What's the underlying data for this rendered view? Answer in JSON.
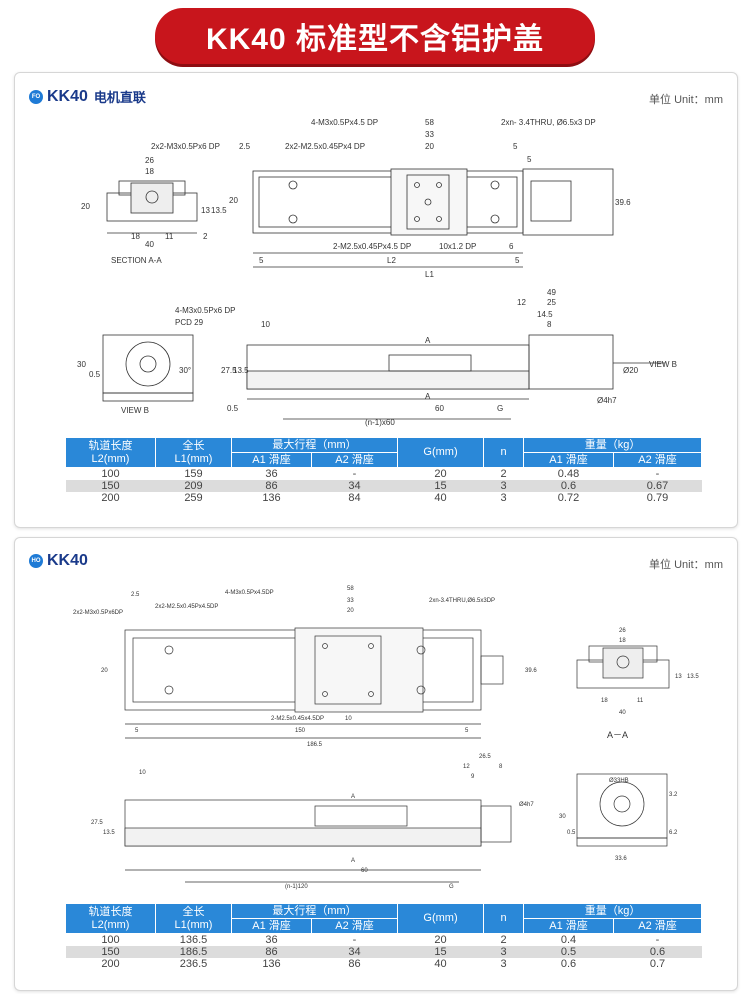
{
  "banner": {
    "title": "KK40 标准型不含铝护盖"
  },
  "panel1": {
    "logo": "FO",
    "model": "KK40",
    "subtitle": "电机直联",
    "unit": "单位 Unit：mm",
    "labels": {
      "m3_4": "4-M3x0.5Px4.5 DP",
      "m25_2": "2x2-M2.5x0.45Px4 DP",
      "m3_2": "2x2-M3x0.5Px6 DP",
      "thru": "2xn- 3.4THRU, Ø6.5x3 DP",
      "m25_bottom": "2-M2.5x0.45Px4.5 DP",
      "dp10": "10x1.2 DP",
      "d58": "58",
      "d33": "33",
      "d20": "20",
      "d2_5": "2.5",
      "d5a": "5",
      "d5b": "5",
      "d5c": "5",
      "d5d": "5",
      "d6": "6",
      "d20v": "20",
      "d39_6": "39.6",
      "L2": "L2",
      "L1": "L1",
      "s26": "26",
      "s18": "18",
      "s20": "20",
      "s13": "13",
      "s13_5": "13.5",
      "s18b": "18",
      "s11": "11",
      "s40": "40",
      "s2": "2",
      "section": "SECTION A-A",
      "v_m3": "4-M3x0.5Px6 DP",
      "v_pcd": "PCD 29",
      "v30": "30",
      "v0_5": "0.5",
      "v30deg": "30°",
      "viewb": "VIEW B",
      "viewb_arrow": "VIEW B",
      "d10": "10",
      "d27_5": "27.5",
      "d13_5": "13.5",
      "d0_5": "0.5",
      "A1": "A",
      "A2": "A",
      "d60": "60",
      "G": "G",
      "n60": "(n-1)x60",
      "d49": "49",
      "d12": "12",
      "d25": "25",
      "d14_5": "14.5",
      "d8": "8",
      "d20h7": "Ø20",
      "d4h7": "Ø4h7"
    },
    "table": {
      "headers": {
        "rail": "轨道长度",
        "rail_unit": "L2(mm)",
        "total": "全长",
        "total_unit": "L1(mm)",
        "stroke": "最大行程（mm）",
        "a1": "A1 滑座",
        "a2": "A2 滑座",
        "g": "G(mm)",
        "n": "n",
        "weight": "重量（kg）",
        "wa1": "A1 滑座",
        "wa2": "A2 滑座"
      },
      "rows": [
        [
          "100",
          "159",
          "36",
          "-",
          "20",
          "2",
          "0.48",
          "-"
        ],
        [
          "150",
          "209",
          "86",
          "34",
          "15",
          "3",
          "0.6",
          "0.67"
        ],
        [
          "200",
          "259",
          "136",
          "84",
          "40",
          "3",
          "0.72",
          "0.79"
        ]
      ]
    }
  },
  "panel2": {
    "logo": "HO",
    "model": "KK40",
    "unit": "单位 Unit：mm",
    "labels": {
      "d2_5": "2.5",
      "m3_4": "4-M3x0.5Px4.5DP",
      "m25_2": "2x2-M2.5x0.45Px4.5DP",
      "m3_2": "2x2-M3x0.5Px6DP",
      "thru": "2xn-3.4THRU,Ø6.5x3DP",
      "d58": "58",
      "d33": "33",
      "d20": "20",
      "d20v": "20",
      "d39_6": "39.6",
      "m25_bottom": "2-M2.5x0.45x4.5DP",
      "d10": "10",
      "d5a": "5",
      "d5b": "5",
      "d150": "150",
      "d186_5": "186.5",
      "s26": "26",
      "s18": "18",
      "s13": "13",
      "s13_5": "13.5",
      "s18b": "18",
      "s11": "11",
      "s40": "40",
      "aa": "A－A",
      "d26_5": "26.5",
      "d12": "12",
      "d8": "8",
      "d9": "9",
      "d10b": "10",
      "d27_5": "27.5",
      "d13_5": "13.5",
      "d4h7": "Ø4h7",
      "A1": "A",
      "A2": "A",
      "d60": "60",
      "n120": "(n-1)120",
      "G": "G",
      "pcd": "Ø33HB",
      "d3_2": "3.2",
      "d30": "30",
      "d0_5": "0.5",
      "d6_2": "6.2",
      "d33_6": "33.6"
    },
    "table": {
      "headers": {
        "rail": "轨道长度",
        "rail_unit": "L2(mm)",
        "total": "全长",
        "total_unit": "L1(mm)",
        "stroke": "最大行程（mm）",
        "a1": "A1 滑座",
        "a2": "A2 滑座",
        "g": "G(mm)",
        "n": "n",
        "weight": "重量（kg）",
        "wa1": "A1 滑座",
        "wa2": "A2 滑座"
      },
      "rows": [
        [
          "100",
          "136.5",
          "36",
          "-",
          "20",
          "2",
          "0.4",
          "-"
        ],
        [
          "150",
          "186.5",
          "86",
          "34",
          "15",
          "3",
          "0.5",
          "0.6"
        ],
        [
          "200",
          "236.5",
          "136",
          "86",
          "40",
          "3",
          "0.6",
          "0.7"
        ]
      ]
    }
  },
  "colors": {
    "banner": "#c8151c",
    "table_header": "#2a88d8",
    "title": "#1a3a8a"
  }
}
